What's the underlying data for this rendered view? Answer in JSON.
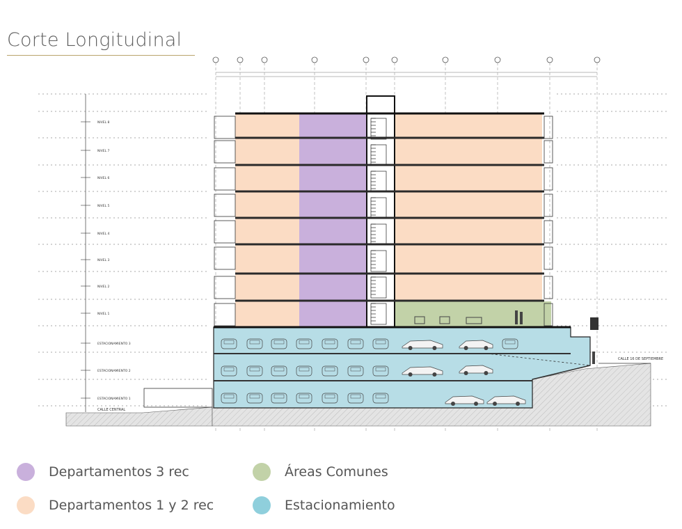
{
  "title": "Corte Longitudinal",
  "colors": {
    "title_rule": "#b8a36a",
    "dept_3rec": "#c9b0dc",
    "dept_1_2rec": "#fbdcc4",
    "areas_comunes": "#c2d2a8",
    "estacionamiento": "#b7dde6"
  },
  "legend": [
    {
      "label": "Departamentos 3 rec",
      "color": "#c9b0dc"
    },
    {
      "label": "Departamentos 1 y 2 rec",
      "color": "#fbdcc4"
    },
    {
      "label": "Áreas Comunes",
      "color": "#c2d2a8"
    },
    {
      "label": "Estacionamiento",
      "color": "#8fcfdc"
    }
  ],
  "drawing": {
    "street_labels": {
      "right": "CALLE 16 DE SEPTIEMBRE",
      "left": "CALLE CENTRAL"
    },
    "level_labels": [
      "NIVEL 8",
      "NIVEL 7",
      "NIVEL 6",
      "NIVEL 5",
      "NIVEL 4",
      "NIVEL 3",
      "NIVEL 2",
      "NIVEL 1",
      "ESTACIONAMIENTO 3",
      "ESTACIONAMIENTO 2",
      "ESTACIONAMIENTO 1"
    ]
  }
}
